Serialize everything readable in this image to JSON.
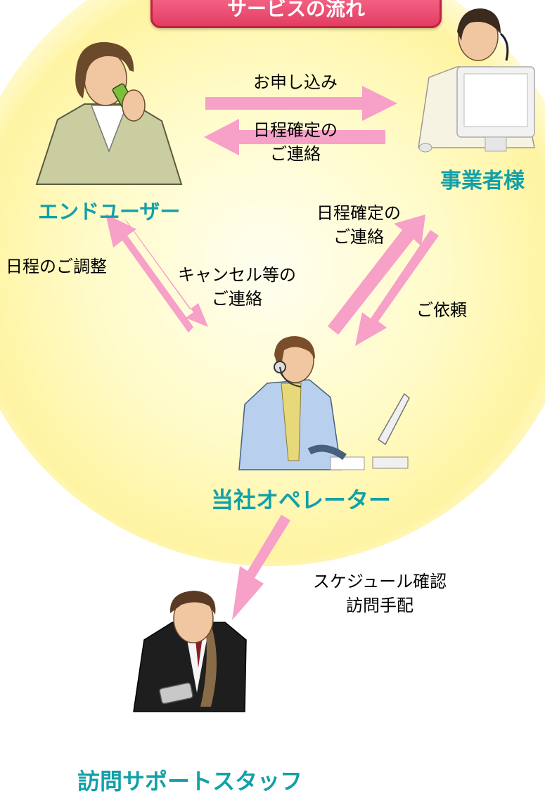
{
  "title": "サービスの流れ",
  "actors": {
    "end_user": "エンドユーザー",
    "business": "事業者様",
    "operator": "当社オペレーター",
    "staff": "訪問サポートスタッフ"
  },
  "flows": {
    "apply": "お申し込み",
    "confirm_to_user_1": "日程確定の",
    "confirm_to_user_2": "ご連絡",
    "confirm_to_business_1": "日程確定の",
    "confirm_to_business_2": "ご連絡",
    "adjust": "日程のご調整",
    "cancel_1": "キャンセル等の",
    "cancel_2": "ご連絡",
    "request": "ご依頼",
    "dispatch_1": "スケジュール確認",
    "dispatch_2": "訪問手配"
  },
  "colors": {
    "arrow": "#f7a0c8",
    "label_teal": "#13a0a8",
    "glow_center": "#fffde0",
    "glow_edge": "#fff3a0"
  }
}
